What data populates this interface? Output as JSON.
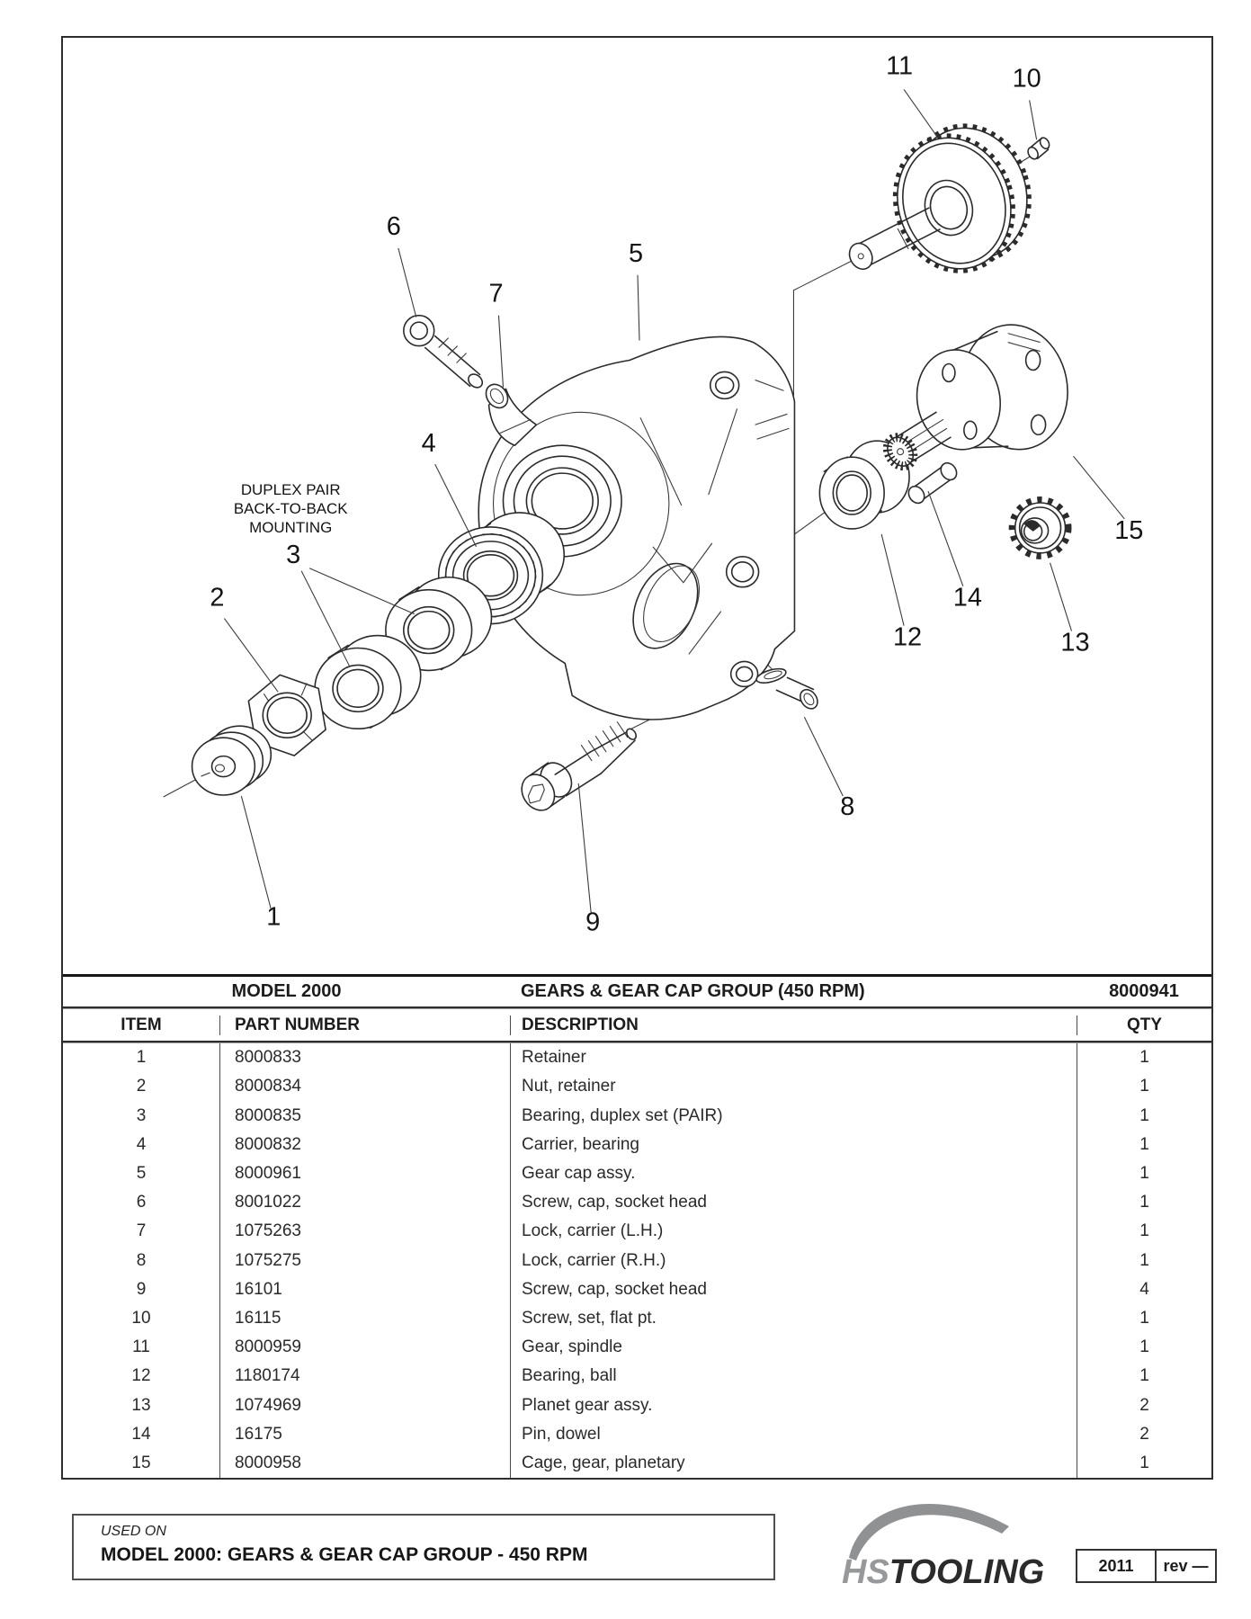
{
  "diagram": {
    "note_lines": [
      "DUPLEX PAIR",
      "BACK-TO-BACK",
      "MOUNTING"
    ],
    "callout_labels": {
      "c1": "1",
      "c2": "2",
      "c3": "3",
      "c4": "4",
      "c5": "5",
      "c6": "6",
      "c7": "7",
      "c8": "8",
      "c9": "9",
      "c10": "10",
      "c11": "11",
      "c12": "12",
      "c13": "13",
      "c14": "14",
      "c15": "15"
    }
  },
  "table": {
    "model": "MODEL 2000",
    "title": "GEARS & GEAR CAP GROUP (450 RPM)",
    "doc_number": "8000941",
    "columns": [
      "ITEM",
      "PART NUMBER",
      "DESCRIPTION",
      "QTY"
    ],
    "parts": [
      {
        "item": "1",
        "part_number": "8000833",
        "description": "Retainer",
        "qty": "1"
      },
      {
        "item": "2",
        "part_number": "8000834",
        "description": "Nut, retainer",
        "qty": "1"
      },
      {
        "item": "3",
        "part_number": "8000835",
        "description": "Bearing, duplex set (PAIR)",
        "qty": "1"
      },
      {
        "item": "4",
        "part_number": "8000832",
        "description": "Carrier, bearing",
        "qty": "1"
      },
      {
        "item": "5",
        "part_number": "8000961",
        "description": "Gear cap assy.",
        "qty": "1"
      },
      {
        "item": "6",
        "part_number": "8001022",
        "description": "Screw, cap, socket head",
        "qty": "1"
      },
      {
        "item": "7",
        "part_number": "1075263",
        "description": "Lock, carrier (L.H.)",
        "qty": "1"
      },
      {
        "item": "8",
        "part_number": "1075275",
        "description": "Lock, carrier (R.H.)",
        "qty": "1"
      },
      {
        "item": "9",
        "part_number": "16101",
        "description": "Screw, cap, socket head",
        "qty": "4"
      },
      {
        "item": "10",
        "part_number": "16115",
        "description": "Screw, set, flat pt.",
        "qty": "1"
      },
      {
        "item": "11",
        "part_number": "8000959",
        "description": "Gear, spindle",
        "qty": "1"
      },
      {
        "item": "12",
        "part_number": "1180174",
        "description": "Bearing, ball",
        "qty": "1"
      },
      {
        "item": "13",
        "part_number": "1074969",
        "description": "Planet gear assy.",
        "qty": "2"
      },
      {
        "item": "14",
        "part_number": "16175",
        "description": "Pin, dowel",
        "qty": "2"
      },
      {
        "item": "15",
        "part_number": "8000958",
        "description": "Cage, gear, planetary",
        "qty": "1"
      }
    ]
  },
  "footer": {
    "used_on_label": "USED ON",
    "used_on_text": "MODEL 2000: GEARS & GEAR CAP GROUP - 450 RPM",
    "logo_hs": "HS",
    "logo_tooling": "TOOLING",
    "year": "2011",
    "rev": "rev —"
  },
  "colors": {
    "line": "#2b2b2b",
    "logo_gray": "#97989a",
    "logo_dark": "#2b2b2c"
  }
}
